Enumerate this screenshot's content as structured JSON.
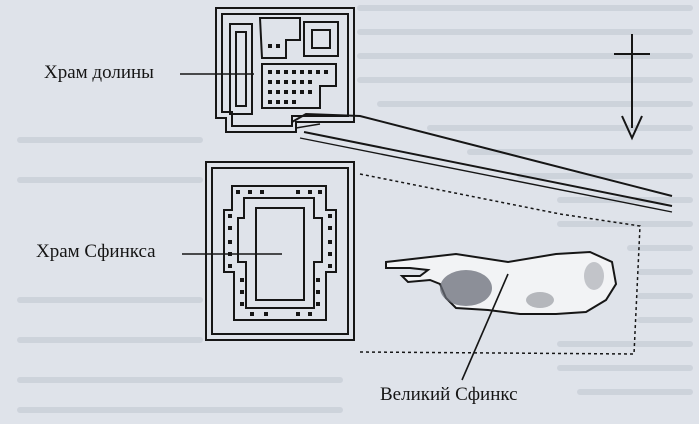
{
  "labels": {
    "valley_temple": "Храм долины",
    "sphinx_temple": "Храм Сфинкса",
    "great_sphinx": "Великий Сфинкс"
  },
  "colors": {
    "paper": "#dfe3ea",
    "ink": "#151515",
    "bleed_text": "#b9bfca",
    "sphinx_shade": "#6a6e78"
  },
  "icons": {
    "north_arrow": "north-arrow-icon"
  }
}
